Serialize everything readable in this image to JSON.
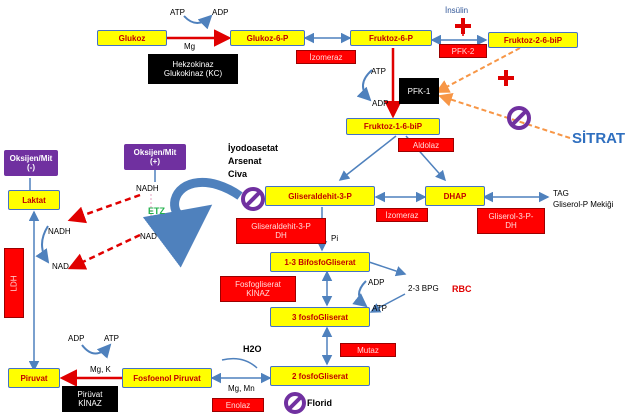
{
  "metabolites": {
    "glukoz": "Glukoz",
    "g6p": "Glukoz-6-P",
    "f6p": "Fruktoz-6-P",
    "f26bp": "Fruktoz-2-6-biP",
    "f16bp": "Fruktoz-1-6-biP",
    "g3p": "Gliseraldehit-3-P",
    "dhap": "DHAP",
    "bpg13": "1-3 BifosfoGliserat",
    "pg3": "3 fosfoGliserat",
    "pg2": "2 fosfoGliserat",
    "pep": "Fosfoenol Piruvat",
    "piruvat": "Piruvat",
    "laktat": "Laktat"
  },
  "enzymes": {
    "hk": "Hekzokinaz\nGlukokinaz (KC)",
    "izomeraz1": "İzomeraz",
    "pfk2": "PFK-2",
    "pfk1": "PFK-1",
    "aldolaz": "Aldolaz",
    "izomeraz2": "İzomeraz",
    "g3pdh": "Gliseraldehit-3-P\nDH",
    "glp3dh": "Gliserol-3-P-\nDH",
    "pgk": "Fosfogliserat\nKİNAZ",
    "mutaz": "Mutaz",
    "enolaz": "Enolaz",
    "pk": "Pirüvat\nKİNAZ",
    "ldh": "LDH"
  },
  "labels": {
    "atp1": "ATP",
    "adp1": "ADP",
    "mg1": "Mg",
    "insulin": "İnsülin",
    "atp2": "ATP",
    "adp2": "ADP",
    "sitrat": "SİTRAT",
    "oksijen_minus": "Oksijen/Mit\n(-)",
    "oksijen_plus": "Oksijen/Mit\n(+)",
    "inhibitors": "İyodoasetat\nArsenat\nCiva",
    "nadh_top": "NADH",
    "etz": "ETZ",
    "nad_mid": "NAD",
    "nadh_left": "NADH",
    "nad_left": "NAD",
    "pi": "Pi",
    "bpg23": "2-3 BPG",
    "rbc": "RBC",
    "tag": "TAG\nGliserol-P Mekiği",
    "adp3": "ADP",
    "atp3": "ATP",
    "h2o": "H2O",
    "mgmn": "Mg, Mn",
    "florid": "Florid",
    "adp4": "ADP",
    "atp4": "ATP",
    "mgk": "Mg, K"
  }
}
